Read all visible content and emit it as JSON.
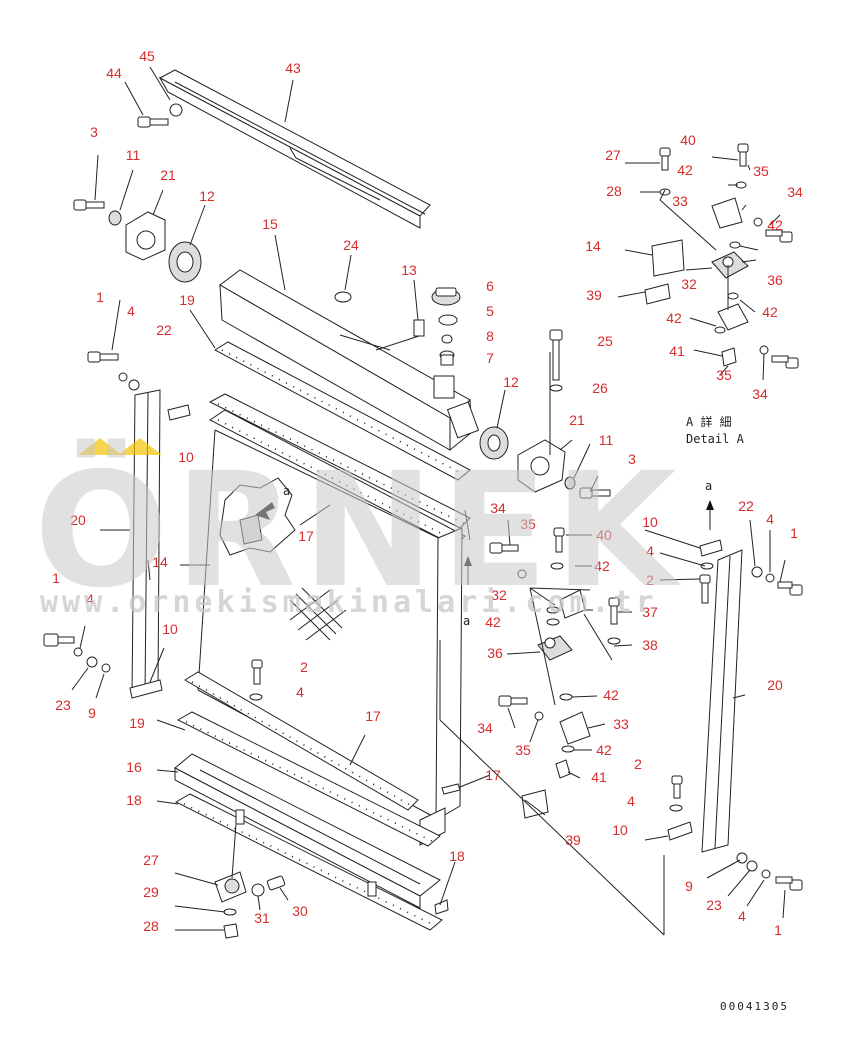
{
  "diagram": {
    "drawing_number": "00041305",
    "detail_label_jp": "A 詳 細",
    "detail_label_en": "Detail A",
    "view_arrow_letter": "a"
  },
  "watermark": {
    "brand": "ÖRNEK",
    "url": "www.ornekismakinalari.com.tr",
    "accent_color": "#f2c200"
  },
  "colors": {
    "callout": "#d62d2d",
    "linework": "#222222"
  },
  "callouts": [
    "45",
    "44",
    "43",
    "3",
    "11",
    "21",
    "12",
    "15",
    "24",
    "13",
    "6",
    "5",
    "8",
    "7",
    "1",
    "4",
    "22",
    "19",
    "10",
    "20",
    "14",
    "17",
    "12",
    "25",
    "26",
    "21",
    "11",
    "3",
    "34",
    "35",
    "40",
    "42",
    "32",
    "42",
    "37",
    "38",
    "36",
    "42",
    "34",
    "35",
    "33",
    "42",
    "41",
    "17",
    "39",
    "10",
    "4",
    "2",
    "22",
    "4",
    "1",
    "20",
    "2",
    "4",
    "10",
    "9",
    "23",
    "4",
    "1",
    "1",
    "4",
    "23",
    "9",
    "10",
    "2",
    "4",
    "19",
    "17",
    "16",
    "18",
    "27",
    "29",
    "28",
    "31",
    "30",
    "18",
    "27",
    "40",
    "42",
    "35",
    "28",
    "33",
    "34",
    "42",
    "14",
    "32",
    "36",
    "39",
    "42",
    "42",
    "41",
    "35",
    "34"
  ]
}
